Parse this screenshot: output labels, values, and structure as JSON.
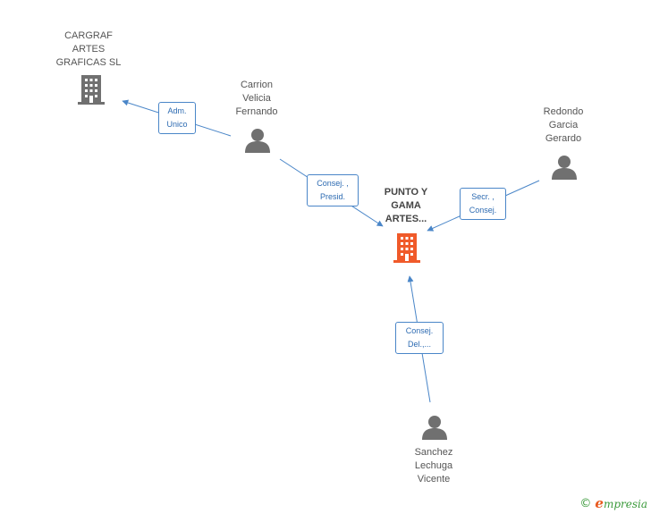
{
  "nodes": {
    "cargraf": {
      "label": "CARGRAF\nARTES\nGRAFICAS  SL",
      "kind": "company"
    },
    "carrion": {
      "label": "Carrion\nVelicia\nFernando",
      "kind": "person"
    },
    "redondo": {
      "label": "Redondo\nGarcia\nGerardo",
      "kind": "person"
    },
    "punto": {
      "label": "PUNTO Y\nGAMA\nARTES...",
      "kind": "company-main"
    },
    "sanchez": {
      "label": "Sanchez\nLechuga\nVicente",
      "kind": "person"
    }
  },
  "edges": {
    "adm_unico": {
      "label": "Adm.\nUnico",
      "from": "carrion",
      "to": "cargraf"
    },
    "consej_presid": {
      "label": "Consej. ,\nPresid.",
      "from": "carrion",
      "to": "punto"
    },
    "secr_consej": {
      "label": "Secr. ,\nConsej.",
      "from": "redondo",
      "to": "punto"
    },
    "consej_del": {
      "label": "Consej.\nDel.,...",
      "from": "sanchez",
      "to": "punto"
    }
  },
  "colors": {
    "edge": "#4a86c8",
    "person_icon": "#707070",
    "company_icon": "#707070",
    "main_company_icon": "#f05a2a"
  },
  "brand": {
    "copyright": "©",
    "name": "mpresia",
    "initial": "e"
  }
}
